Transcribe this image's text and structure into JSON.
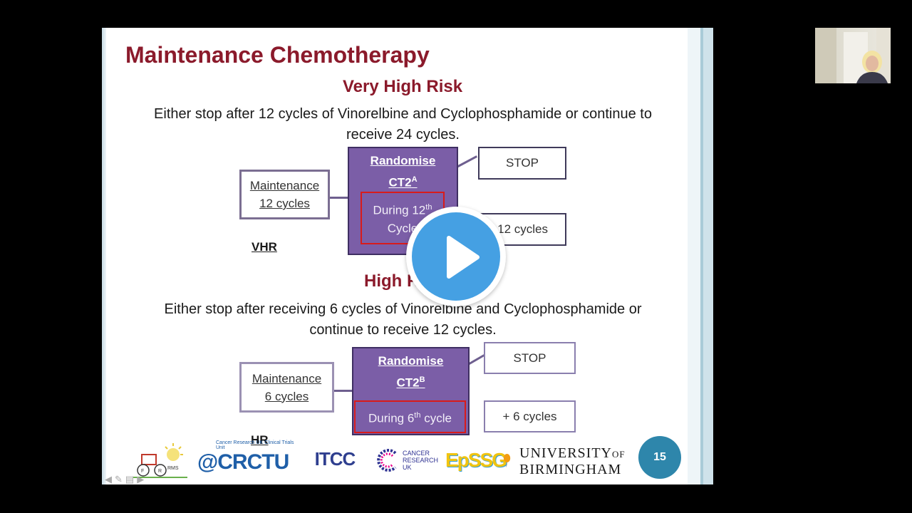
{
  "slide": {
    "title": "Maintenance Chemotherapy",
    "vhr": {
      "heading": "Very High Risk",
      "desc_line1": "Either stop after 12 cycles of Vinorelbine and Cyclophosphamide or continue to",
      "desc_line2": "receive 24 cycles.",
      "maintenance_line1": "Maintenance",
      "maintenance_line2": "12 cycles",
      "randomise_label": "Randomise",
      "ct2_label": "CT2",
      "ct2_sup": "A",
      "during_line1a": "During 12",
      "during_line1_sup": "th",
      "during_line2": "Cycle",
      "stop_label": "STOP",
      "plus_label": "+ 12 cycles",
      "tag": "VHR"
    },
    "hr": {
      "heading": "High Risk",
      "desc_line1": "Either stop after receiving 6 cycles of Vinorelbine and Cyclophosphamide or",
      "desc_line2": "continue to receive 12 cycles.",
      "maintenance_line1": "Maintenance",
      "maintenance_line2": "6 cycles",
      "randomise_label": "Randomise",
      "ct2_label": "CT2",
      "ct2_sup": "B",
      "during_a": "During 6",
      "during_sup": "th",
      "during_b": " cycle",
      "stop_label": "STOP",
      "plus_label": "+ 6 cycles",
      "tag": "HR"
    },
    "logos": {
      "frms": "RMS",
      "crctu_small": "Cancer Research UK Clinical Trials Unit",
      "crctu": "@CRCTU",
      "itcc": "ITCC",
      "cruk_line1": "CANCER",
      "cruk_line2": "RESEARCH",
      "cruk_line3": "UK",
      "epssg": "EpSSG",
      "uob_line1": "UNIVERSITY",
      "uob_of": "OF",
      "uob_line2": "BIRMINGHAM"
    },
    "page_number": "15"
  },
  "colors": {
    "title": "#8b1a2b",
    "randomise_fill": "#7b5ea7",
    "play": "#45a0e3",
    "page_badge": "#2e86ab"
  },
  "icons": [
    "play-icon",
    "nav-back-icon",
    "nav-pen-icon",
    "nav-menu-icon",
    "nav-forward-icon"
  ]
}
